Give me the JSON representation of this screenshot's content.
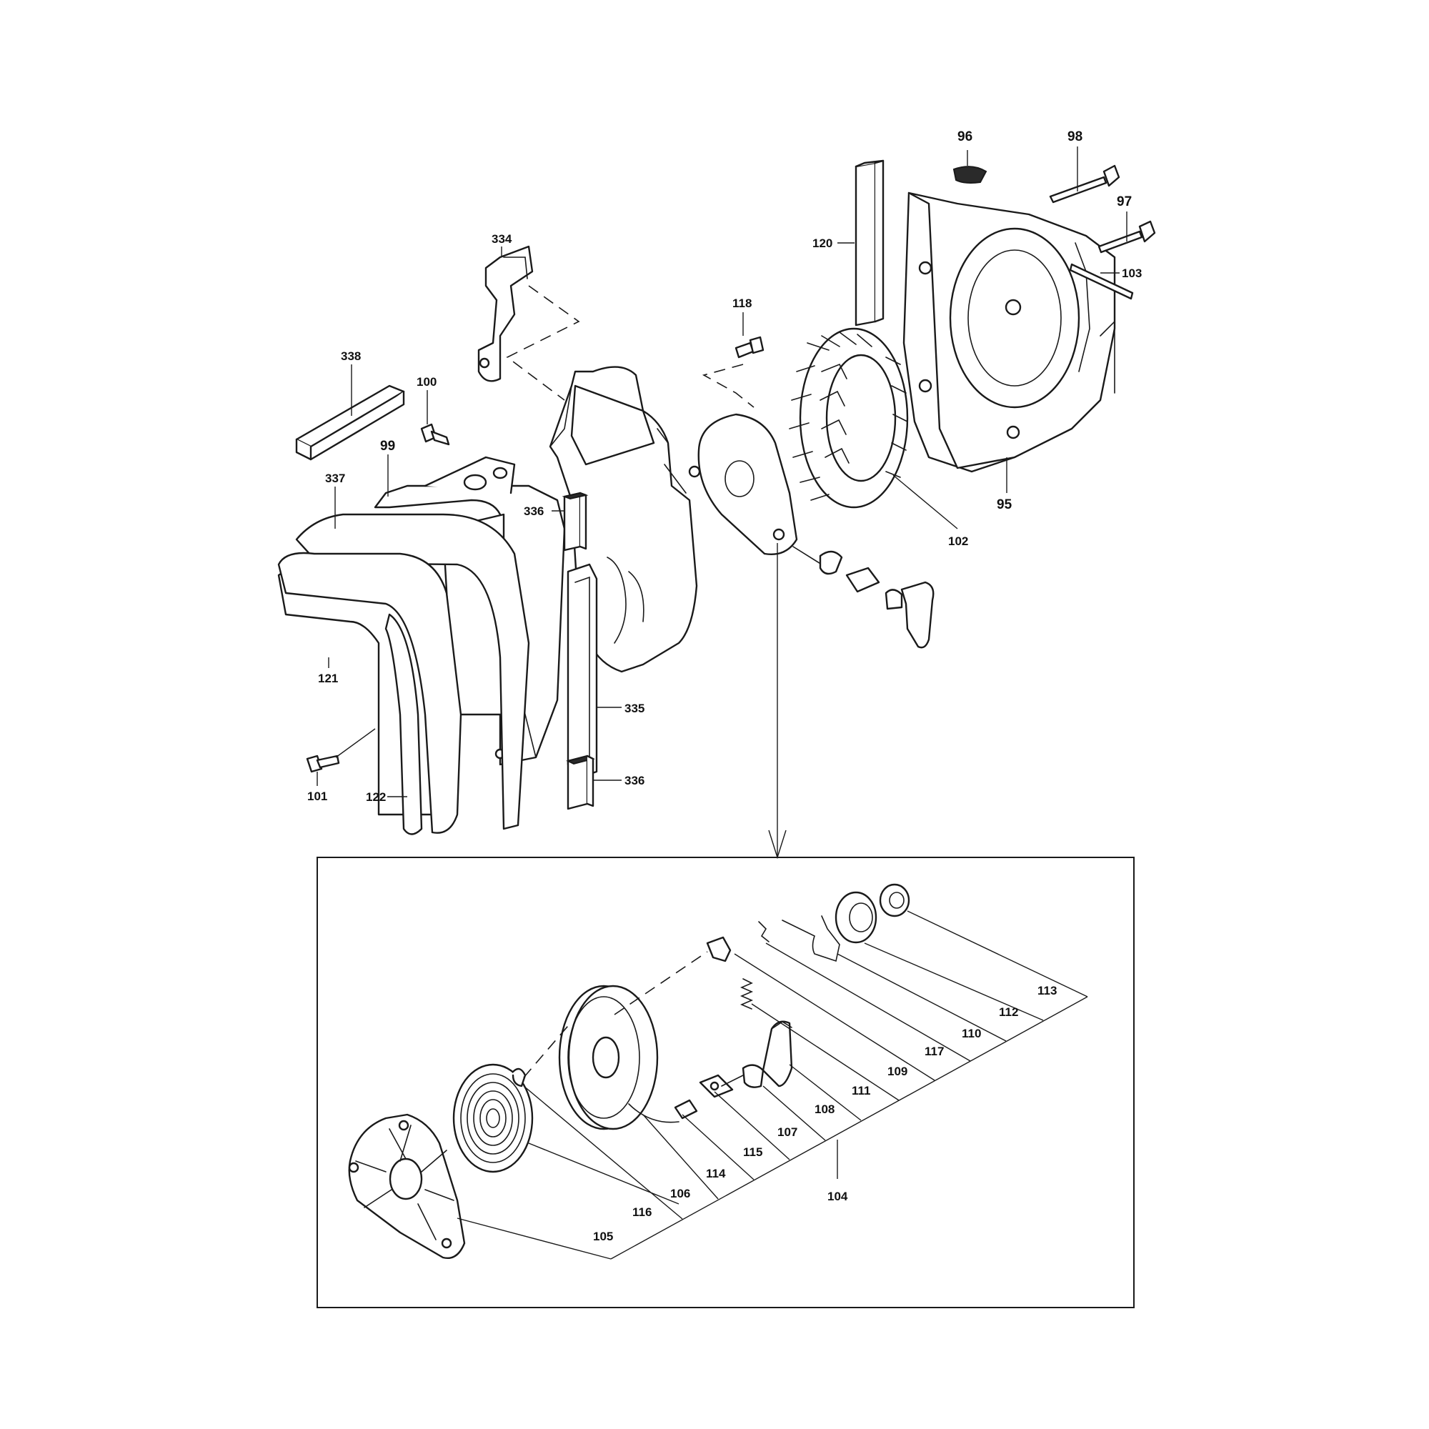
{
  "diagram": {
    "labels": {
      "p95": "95",
      "p96": "96",
      "p97": "97",
      "p98": "98",
      "p99": "99",
      "p100": "100",
      "p101": "101",
      "p102": "102",
      "p103": "103",
      "p104": "104",
      "p105": "105",
      "p106": "106",
      "p107": "107",
      "p108": "108",
      "p109": "109",
      "p110": "110",
      "p111": "111",
      "p112": "112",
      "p113": "113",
      "p114": "114",
      "p115": "115",
      "p116": "116",
      "p117": "117",
      "p118": "118",
      "p120": "120",
      "p121": "121",
      "p122": "122",
      "p334": "334",
      "p335": "335",
      "p336a": "336",
      "p336b": "336",
      "p337": "337",
      "p338": "338"
    }
  }
}
